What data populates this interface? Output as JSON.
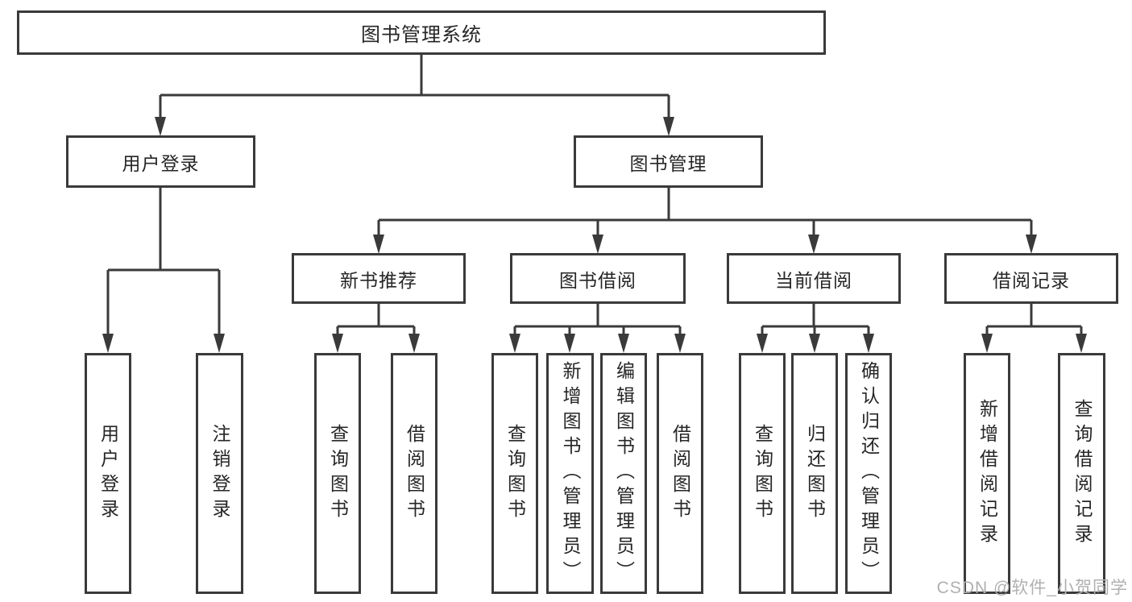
{
  "tree": {
    "root": "图书管理系统",
    "level2": {
      "user_login": "用户登录",
      "book_management": "图书管理"
    },
    "level3": {
      "new_book_recommend": "新书推荐",
      "book_borrow": "图书借阅",
      "current_borrow": "当前借阅",
      "borrow_records": "借阅记录"
    },
    "leaves": {
      "user_login": [
        "用户登录",
        "注销登录"
      ],
      "new_book_recommend": [
        "查询图书",
        "借阅图书"
      ],
      "book_borrow": [
        "查询图书",
        "新增图书（管理员）",
        "编辑图书（管理员）",
        "借阅图书"
      ],
      "current_borrow": [
        "查询图书",
        "归还图书",
        "确认归还（管理员）"
      ],
      "borrow_records": [
        "新增借阅记录",
        "查询借阅记录"
      ]
    }
  },
  "watermark": {
    "text": "CSDN @软件_小贺同学"
  },
  "colors": {
    "line": "#3a3a3a",
    "text": "#262626",
    "watermark": "#b0b0b0",
    "background": "#ffffff"
  }
}
